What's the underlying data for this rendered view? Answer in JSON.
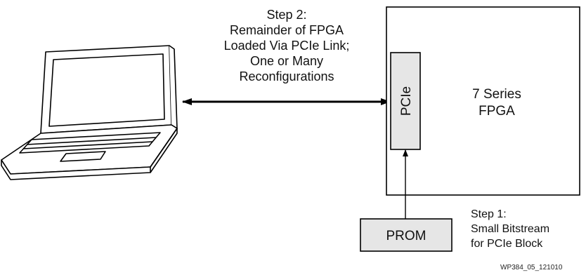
{
  "step2": {
    "lines": [
      "Step 2:",
      "Remainder of FPGA",
      "Loaded Via PCIe Link;",
      "One or Many",
      "Reconfigurations"
    ]
  },
  "fpga": {
    "lines": [
      "7 Series",
      "FPGA"
    ]
  },
  "pcie": {
    "label": "PCIe"
  },
  "prom": {
    "label": "PROM"
  },
  "step1": {
    "lines": [
      "Step 1:",
      "Small Bitstream",
      "for PCIe Block"
    ]
  },
  "figure_id": "WP384_05_121010",
  "colors": {
    "block_fill": "#e6e6e6",
    "stroke": "#000000"
  }
}
